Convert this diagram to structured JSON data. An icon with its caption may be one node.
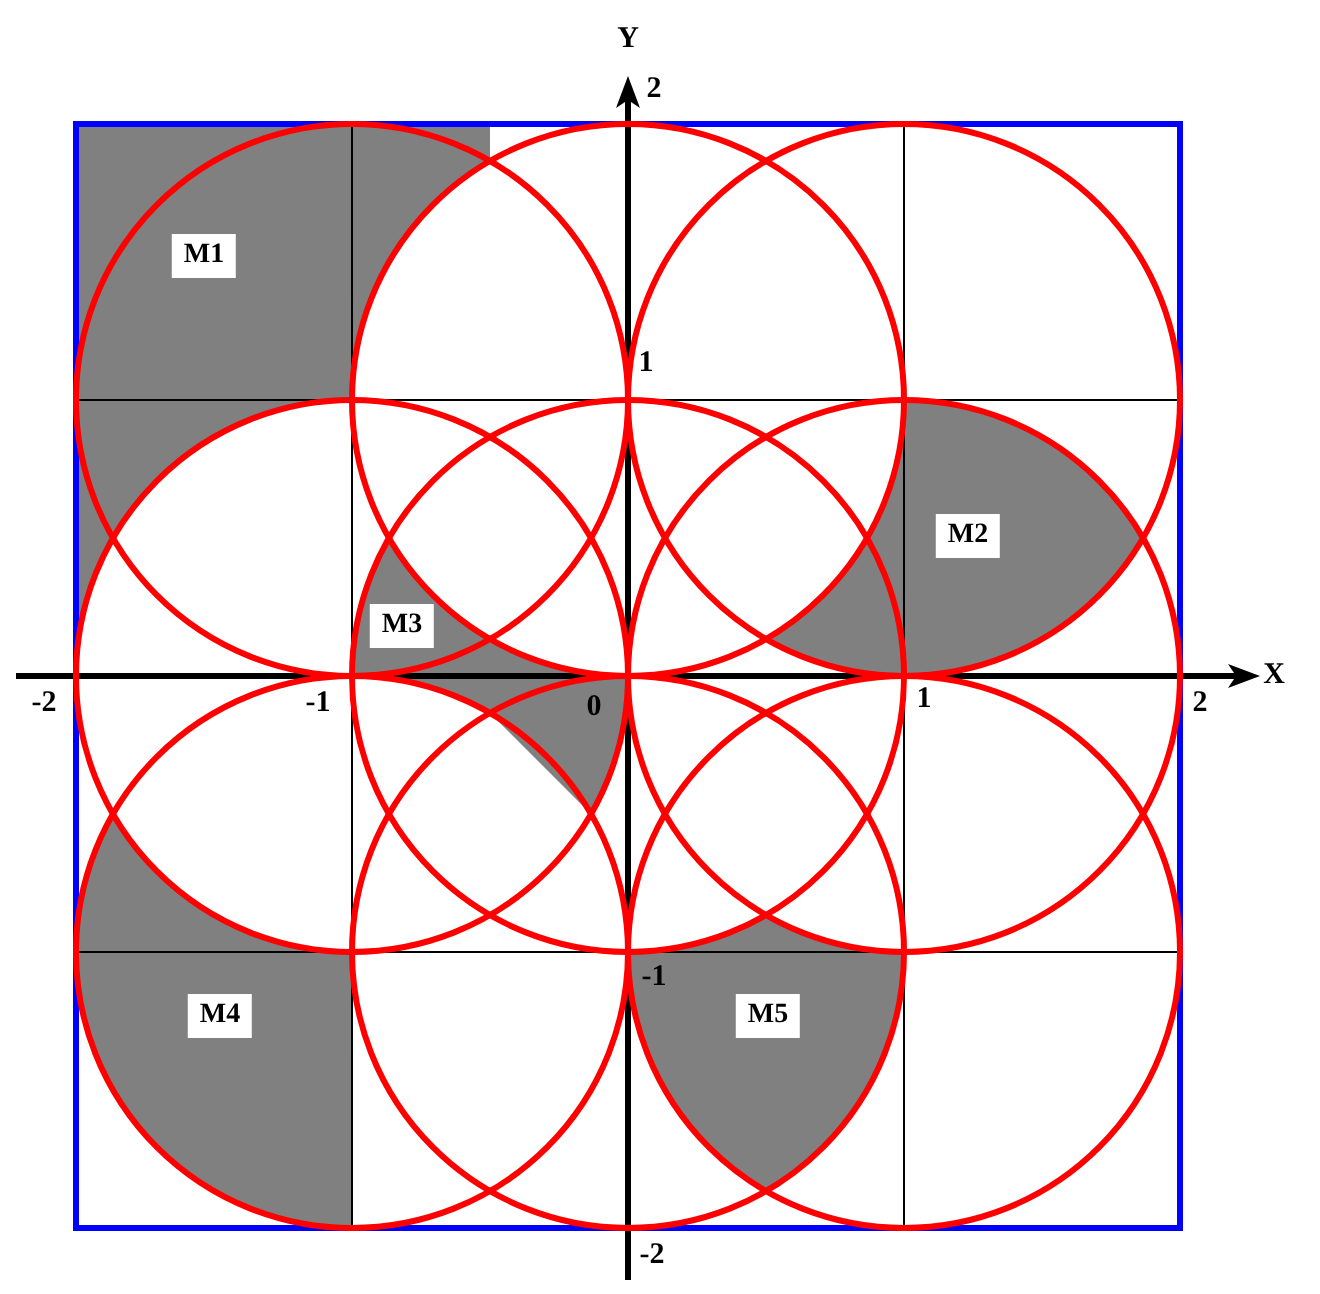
{
  "diagram": {
    "labels": [
      "Y",
      "2",
      "M1",
      "1",
      "M2",
      "M3",
      "X",
      "-2",
      "-1",
      "0",
      "1",
      "2",
      "-1",
      "M4",
      "M5",
      "-2"
    ]
  }
}
